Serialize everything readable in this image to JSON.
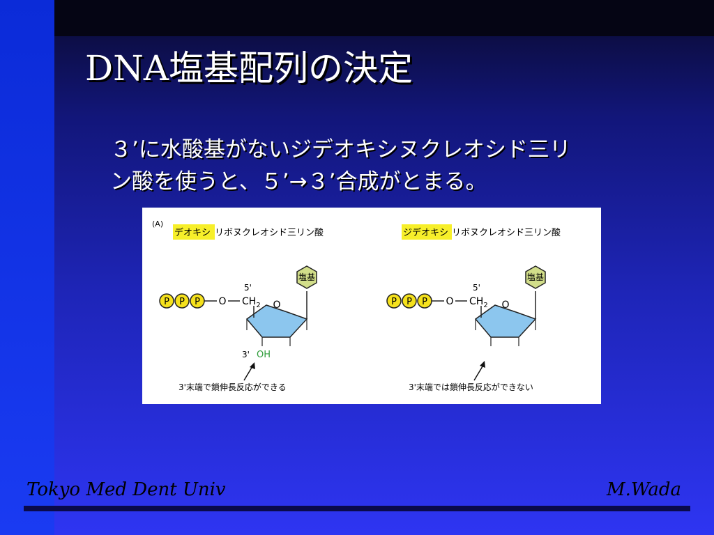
{
  "title": "DNA塩基配列の決定",
  "body": {
    "line1": "３’に水酸基がないジデオキシヌクレオシド三リ",
    "line2": "ン酸を使うと、５’→３’合成がとまる。"
  },
  "figure": {
    "panel_label": "(A)",
    "left": {
      "title_highlight": "デオキシ",
      "title_rest": "リボヌクレオシド三リン酸",
      "phosphate": "P",
      "oxygen_link": "O",
      "ch2": "CH",
      "ch2_sub": "2",
      "ring_o": "O",
      "five_prime": "5'",
      "base": "塩基",
      "three_prime": "3'",
      "oh": "OH",
      "caption": "3'末端で鎖伸長反応ができる"
    },
    "right": {
      "title_highlight": "ジデオキシ",
      "title_rest": "リボヌクレオシド三リン酸",
      "phosphate": "P",
      "oxygen_link": "O",
      "ch2": "CH",
      "ch2_sub": "2",
      "ring_o": "O",
      "five_prime": "5'",
      "base": "塩基",
      "caption": "3'末端では鎖伸長反応ができない"
    }
  },
  "footer": {
    "left": "Tokyo Med Dent Univ",
    "right": "M.Wada"
  },
  "colors": {
    "highlight": "#f7ef2a",
    "phosphate_fill": "#f5e11c",
    "sugar_fill": "#8cc6ee",
    "base_fill": "#d2de8a",
    "oh_green": "#2e9c3a"
  }
}
